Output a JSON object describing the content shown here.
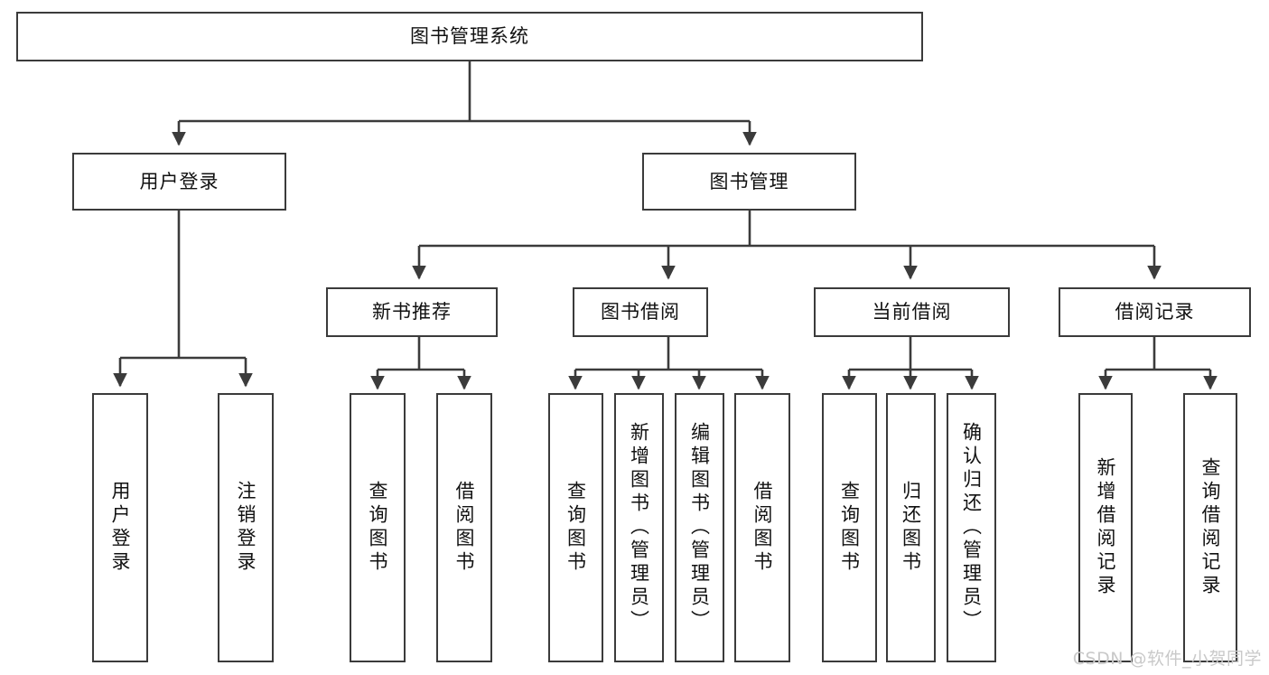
{
  "diagram": {
    "title": "图书管理系统",
    "type": "tree",
    "root": {
      "label": "图书管理系统"
    },
    "level2": [
      {
        "label": "用户登录"
      },
      {
        "label": "图书管理"
      }
    ],
    "level3": [
      {
        "label": "新书推荐",
        "parent": "图书管理"
      },
      {
        "label": "图书借阅",
        "parent": "图书管理"
      },
      {
        "label": "当前借阅",
        "parent": "图书管理"
      },
      {
        "label": "借阅记录",
        "parent": "图书管理"
      }
    ],
    "leaves": [
      {
        "label": "用户登录",
        "parent": "用户登录"
      },
      {
        "label": "注销登录",
        "parent": "用户登录"
      },
      {
        "label": "查询图书",
        "parent": "新书推荐"
      },
      {
        "label": "借阅图书",
        "parent": "新书推荐"
      },
      {
        "label": "查询图书",
        "parent": "图书借阅"
      },
      {
        "label": "新增图书（管理员）",
        "parent": "图书借阅"
      },
      {
        "label": "编辑图书（管理员）",
        "parent": "图书借阅"
      },
      {
        "label": "借阅图书",
        "parent": "图书借阅"
      },
      {
        "label": "查询图书",
        "parent": "当前借阅"
      },
      {
        "label": "归还图书",
        "parent": "当前借阅"
      },
      {
        "label": "确认归还（管理员）",
        "parent": "当前借阅"
      },
      {
        "label": "新增借阅记录",
        "parent": "借阅记录"
      },
      {
        "label": "查询借阅记录",
        "parent": "借阅记录"
      }
    ],
    "watermark": "CSDN @软件_小贺同学",
    "colors": {
      "stroke": "#3b3b3b",
      "background": "#ffffff",
      "text": "#111111",
      "watermark": "#c9c9c9"
    }
  }
}
